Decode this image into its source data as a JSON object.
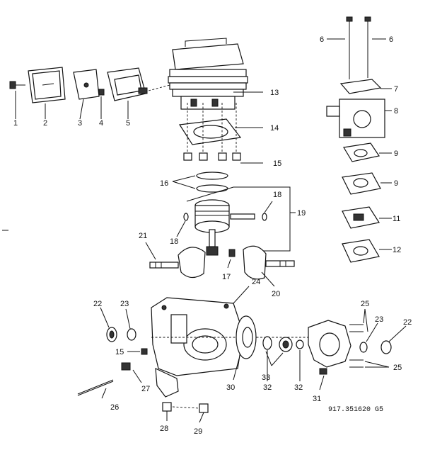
{
  "callouts": {
    "c1": "1",
    "c2": "2",
    "c3": "3",
    "c4": "4",
    "c5": "5",
    "c6a": "6",
    "c6b": "6",
    "c7": "7",
    "c8": "8",
    "c9a": "9",
    "c9b": "9",
    "c11": "11",
    "c12": "12",
    "c13": "13",
    "c14": "14",
    "c15a": "15",
    "c15b": "15",
    "c16": "16",
    "c17": "17",
    "c18a": "18",
    "c18b": "18",
    "c19": "19",
    "c20": "20",
    "c21": "21",
    "c22a": "22",
    "c22b": "22",
    "c23a": "23",
    "c23b": "23",
    "c24": "24",
    "c25a": "25",
    "c25b": "25",
    "c26": "26",
    "c27": "27",
    "c28": "28",
    "c29": "29",
    "c30": "30",
    "c31": "31",
    "c32a": "32",
    "c32b": "32",
    "c33": "33"
  },
  "footer_code": "917.351620  G5"
}
